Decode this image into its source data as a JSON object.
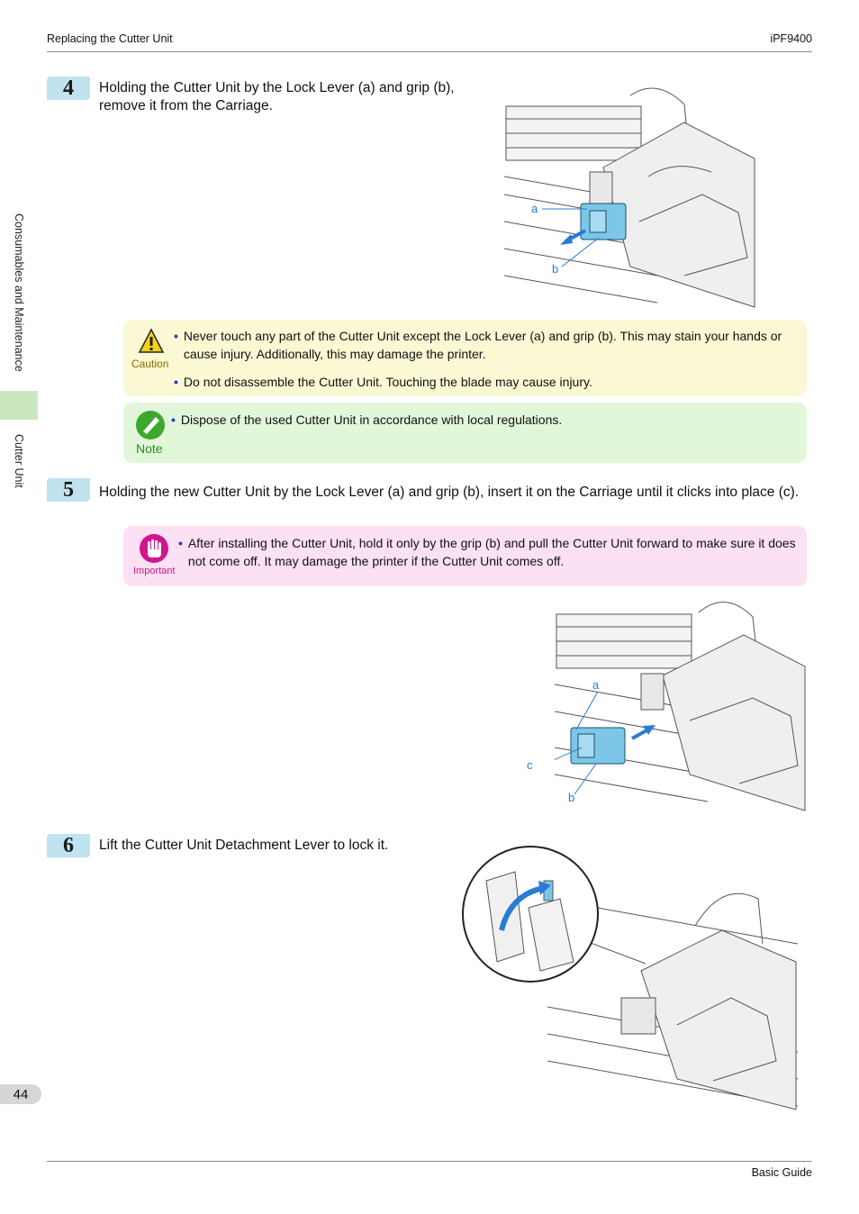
{
  "header": {
    "left": "Replacing the Cutter Unit",
    "right": "iPF9400"
  },
  "sidebar": {
    "section1": "Consumables and Maintenance",
    "section2": "Cutter Unit"
  },
  "page_number": "44",
  "footer": {
    "right": "Basic Guide"
  },
  "steps": [
    {
      "number": "4",
      "text": "Holding the Cutter Unit by the Lock Lever (a) and grip (b), remove it from the Carriage."
    },
    {
      "number": "5",
      "text": "Holding the new Cutter Unit by the Lock Lever (a) and grip (b), insert it on the Carriage until it clicks into place (c)."
    },
    {
      "number": "6",
      "text": "Lift the Cutter Unit Detachment Lever to lock it."
    }
  ],
  "caution": {
    "label": "Caution",
    "items": [
      "Never touch any part of the Cutter Unit except the Lock Lever (a) and grip (b). This may stain your hands or cause injury. Additionally, this may damage the printer.",
      "Do not disassemble the Cutter Unit. Touching the blade may cause injury."
    ]
  },
  "note": {
    "label": "Note",
    "items": [
      "Dispose of the used Cutter Unit in accordance with local regulations."
    ]
  },
  "important": {
    "label": "Important",
    "items": [
      "After installing the Cutter Unit, hold it only by the grip (b) and pull the Cutter Unit forward to make sure it does not come off. It may damage the printer if the Cutter Unit comes off."
    ]
  },
  "figures": {
    "fig1": {
      "callouts": [
        "a",
        "b"
      ]
    },
    "fig2": {
      "callouts": [
        "a",
        "c",
        "b"
      ]
    }
  },
  "colors": {
    "step_badge": "#bfe3ef",
    "caution_bg": "#fbf8d4",
    "note_bg": "#e2f7d9",
    "important_bg": "#fce0f4",
    "callout": "#2a7bd6",
    "cutter_unit": "#7cc7e8"
  }
}
